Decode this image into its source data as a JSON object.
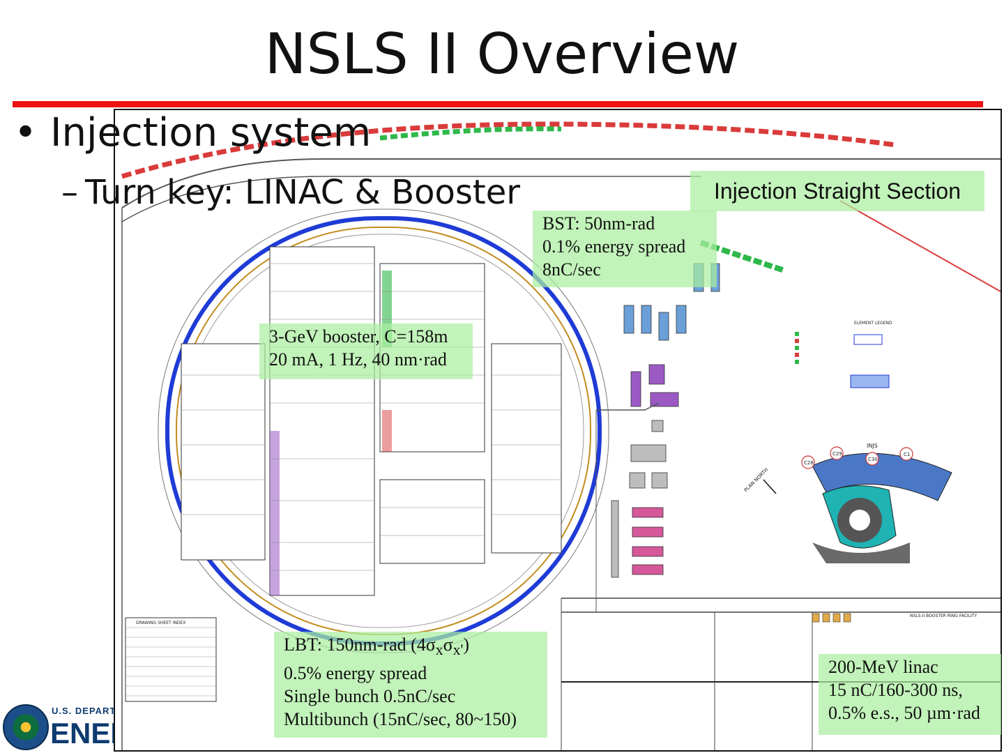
{
  "slide": {
    "title": "NSLS II Overview",
    "bullet": "Injection system",
    "bullet_marker": "•",
    "sub_bullet": "Turn key: LINAC & Booster",
    "sub_marker": "–"
  },
  "callouts": {
    "injection_straight": "Injection Straight Section",
    "bst": [
      "BST: 50nm-rad",
      "0.1% energy spread",
      "8nC/sec"
    ],
    "booster": [
      "3-GeV booster, C=158m",
      "20 mA, 1 Hz, 40 nm·rad"
    ],
    "lbt": {
      "line1": "LBT: 150nm-rad (4σ",
      "line1_sub1": "x",
      "line1_mid": "σ",
      "line1_sub2": "x'",
      "line1_end": ")",
      "rest": [
        "0.5% energy spread",
        "Single bunch 0.5nC/sec",
        "Multibunch (15nC/sec, 80~150)"
      ]
    },
    "linac": [
      "200-MeV linac",
      "15 nC/160-300 ns,",
      "0.5% e.s., 50 µm·rad"
    ]
  },
  "drawing_labels": {
    "sheet_index": "DRAWING SHEET INDEX",
    "plan_north": "PLAN NORTH",
    "injs": "INJS",
    "markers": [
      "C28",
      "C29",
      "C30",
      "C1"
    ],
    "facility": "NSLS-II BOOSTER RING FACILITY",
    "element_legend": "ELEMENT LEGEND"
  },
  "logo": {
    "department": "U.S. DEPARTMENT OF",
    "word": "ENERGY"
  },
  "colors": {
    "rule": "#ee1111",
    "callout_bg": "#aaeea0",
    "booster_ring": "#1f3bd6",
    "transport_red": "#d93b3b",
    "transport_green": "#2fb84a",
    "magnet_purple": "#9b59c4",
    "magnet_pink": "#d4589a",
    "teal": "#1fb3b3",
    "logo_blue": "#0d3b70"
  }
}
